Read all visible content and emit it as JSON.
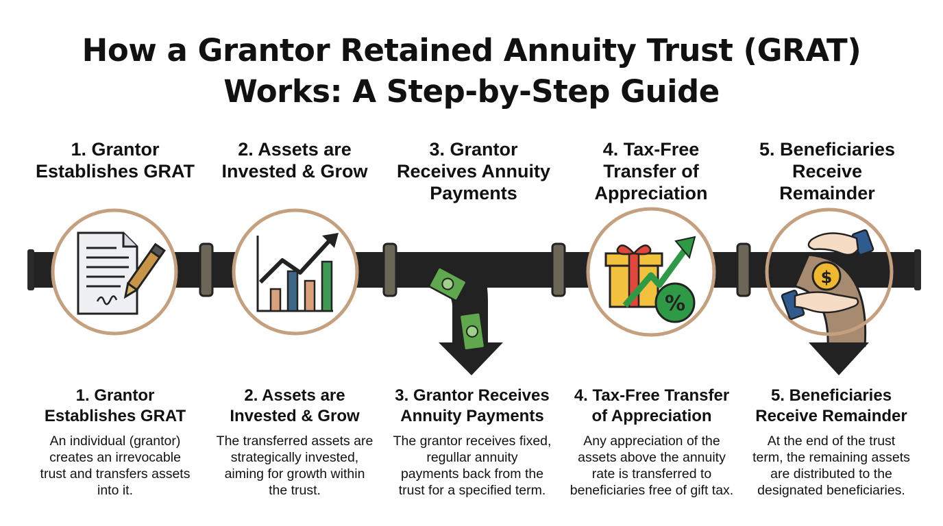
{
  "title": {
    "line1": "How a Grantor Retained Annuity Trust (GRAT)",
    "line2": "Works: A Step-by-Step Guide"
  },
  "colors": {
    "pipe": "#222222",
    "coupling": "#6b6655",
    "circle_border": "#c4a07f",
    "arrow_green": "#2f9a45",
    "bar_orange": "#d9a07c",
    "bar_blue": "#3e6688",
    "bar_green": "#3f9a55",
    "gift_yellow": "#f2c13d",
    "gift_ribbon": "#e0463a",
    "money_green": "#5fa84d",
    "coin_gold": "#f0b830",
    "sleeve_blue": "#2f5b8e",
    "skin": "#f7dcc5",
    "diverter_tan": "#a78b70"
  },
  "steps": [
    {
      "icon": "document-pen-icon",
      "top_label": "1. Grantor\nEstablishes GRAT",
      "title": "1. Grantor\nEstablishes GRAT",
      "description": "An individual (grantor)\ncreates an irrevocable\ntrust and transfers assets\ninto it."
    },
    {
      "icon": "growth-chart-icon",
      "top_label": "2. Assets are\nInvested & Grow",
      "title": "2. Assets are\nInvested & Grow",
      "description": "The transferred assets are\nstrategically invested,\naiming for growth within\nthe trust."
    },
    {
      "icon": "money-outflow-icon",
      "top_label": "3. Grantor\nReceives Annuity\nPayments",
      "title": "3. Grantor Receives\nAnnuity Payments",
      "description": "The grantor receives fixed,\nregullar annuity\npayments back from the\ntrust for a specified term."
    },
    {
      "icon": "gift-percent-icon",
      "top_label": "4. Tax-Free\nTransfer of\nAppreciation",
      "title": "4. Tax-Free Transfer\nof Appreciation",
      "description": "Any appreciation of the\nassets above the annuity\nrate is transferred to\nbeneficiaries free of gift tax."
    },
    {
      "icon": "hands-coin-icon",
      "top_label": "5. Beneficiaries\nReceive\nRemainder",
      "title": "5. Beneficiaries\nReceive Remainder",
      "description": "At the end of the trust\nterm, the remaining assets\nare distributed to the\ndesignated beneficiaries."
    }
  ]
}
